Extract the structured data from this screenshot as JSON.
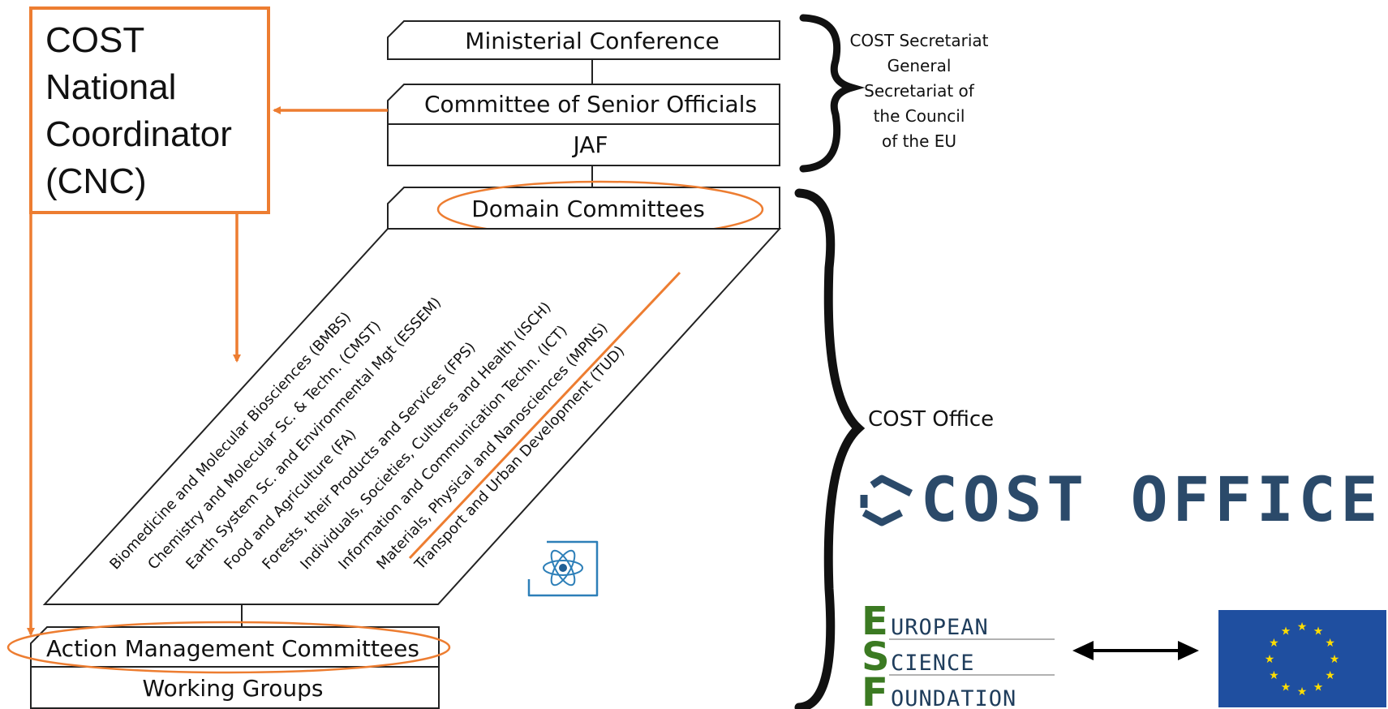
{
  "cnc": {
    "lines": [
      "COST",
      "National",
      "Coordinator",
      "(CNC)"
    ]
  },
  "boxes": {
    "ministerial": "Ministerial Conference",
    "cso": "Committee of Senior Officials",
    "jaf": "JAF",
    "domain": "Domain Committees",
    "amc": "Action Management Committees",
    "wg": "Working Groups"
  },
  "domains": [
    "Biomedicine and Molecular Biosciences (BMBS)",
    "Chemistry and Molecular Sc. & Techn. (CMST)",
    "Earth System Sc. and Environmental Mgt (ESSEM)",
    "Food and Agriculture (FA)",
    "Forests, their Products and Services (FPS)",
    "Individuals, Societies, Cultures and Health (ISCH)",
    "Information and Communication Techn. (ICT)",
    "Materials, Physical and Nanosciences (MPNS)",
    "Transport and Urban Development (TUD)"
  ],
  "secretariat": {
    "lines": [
      "COST Secretariat",
      "General",
      "Secretariat of",
      "the Council",
      "of the EU"
    ]
  },
  "office": {
    "label": "COST Office",
    "logo_text": "COST OFFICE"
  },
  "esf": {
    "letters": [
      "E",
      "S",
      "F"
    ],
    "rest": [
      "UROPEAN",
      "CIENCE",
      "OUNDATION"
    ]
  },
  "colors": {
    "highlight": "#ed7d31",
    "cost_blue": "#2b4a6a",
    "esf_green": "#3b7a22",
    "eu_blue": "#1f4fa0",
    "eu_star": "#ffdd00"
  },
  "icons": [
    "atom-icon",
    "cost-office-logo-icon",
    "double-arrow-icon",
    "eu-flag-icon"
  ]
}
